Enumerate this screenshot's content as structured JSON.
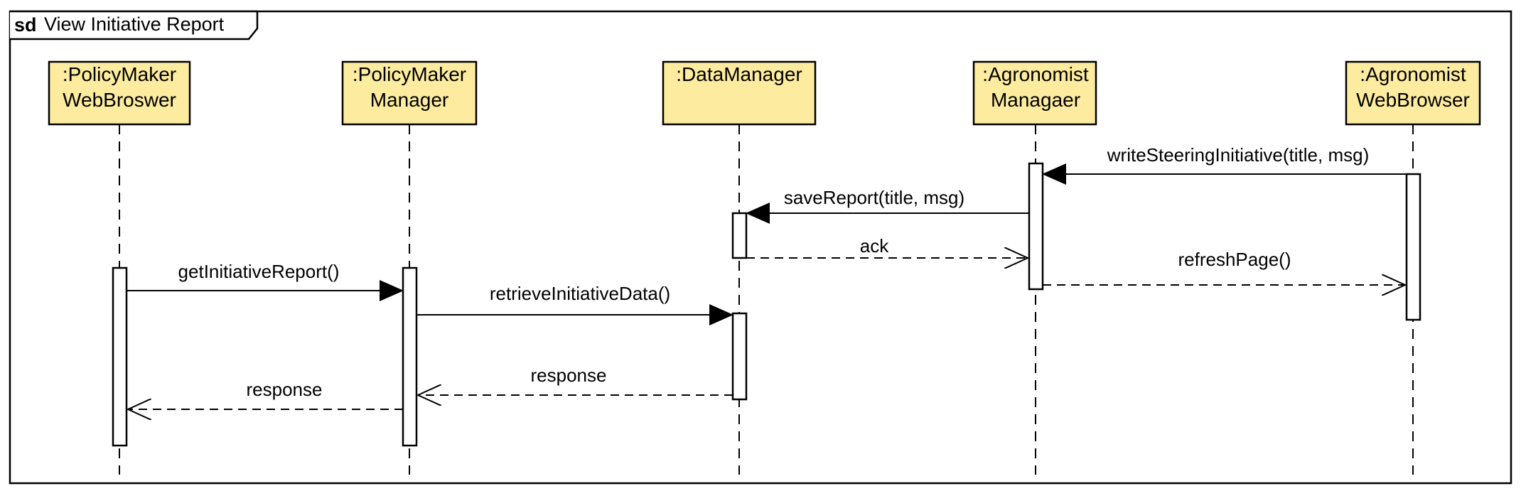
{
  "frame": {
    "keyword": "sd",
    "title": "View Initiative Report"
  },
  "colors": {
    "lifeline_fill": "#fdec9f",
    "stroke": "#000000",
    "activation_fill": "#ffffff",
    "background": "#ffffff"
  },
  "lifelines": [
    {
      "id": "policymaker-webbrowser",
      "line1": ":PolicyMaker",
      "line2": "WebBroswer"
    },
    {
      "id": "policymaker-manager",
      "line1": ":PolicyMaker",
      "line2": "Manager"
    },
    {
      "id": "datamanager",
      "line1": ":DataManager",
      "line2": ""
    },
    {
      "id": "agronomist-manager",
      "line1": ":Agronomist",
      "line2": "Managaer"
    },
    {
      "id": "agronomist-webbrowser",
      "line1": ":Agronomist",
      "line2": "WebBrowser"
    }
  ],
  "messages": [
    {
      "id": "writeSteeringInitiative",
      "label": "writeSteeringInitiative(title, msg)",
      "from": "agronomist-webbrowser",
      "to": "agronomist-manager",
      "kind": "sync"
    },
    {
      "id": "saveReport",
      "label": "saveReport(title, msg)",
      "from": "agronomist-manager",
      "to": "datamanager",
      "kind": "sync"
    },
    {
      "id": "ack",
      "label": "ack",
      "from": "datamanager",
      "to": "agronomist-manager",
      "kind": "reply"
    },
    {
      "id": "refreshPage",
      "label": "refreshPage()",
      "from": "agronomist-manager",
      "to": "agronomist-webbrowser",
      "kind": "reply"
    },
    {
      "id": "getInitiativeReport",
      "label": "getInitiativeReport()",
      "from": "policymaker-webbrowser",
      "to": "policymaker-manager",
      "kind": "sync"
    },
    {
      "id": "retrieveInitiativeData",
      "label": "retrieveInitiativeData()",
      "from": "policymaker-manager",
      "to": "datamanager",
      "kind": "sync"
    },
    {
      "id": "response-dm",
      "label": "response",
      "from": "datamanager",
      "to": "policymaker-manager",
      "kind": "reply"
    },
    {
      "id": "response-pm",
      "label": "response",
      "from": "policymaker-manager",
      "to": "policymaker-webbrowser",
      "kind": "reply"
    }
  ]
}
